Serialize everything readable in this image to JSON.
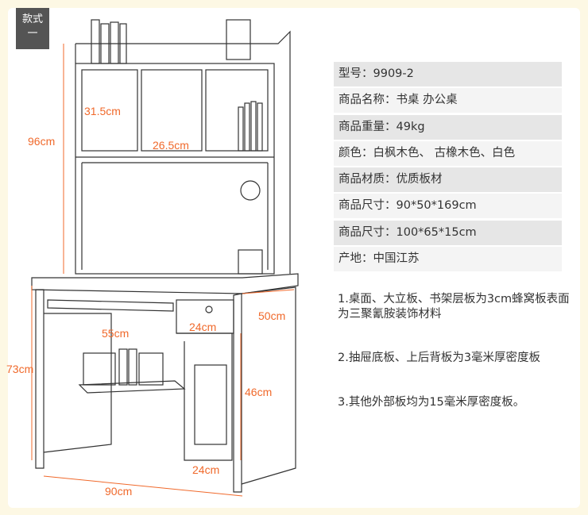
{
  "badge": {
    "label": "款式",
    "sub": "一"
  },
  "dimensions": {
    "hutch_height": "96cm",
    "cubby_height": "31.5cm",
    "cubby_width": "26.5cm",
    "knee_width": "55cm",
    "drawer_width": "24cm",
    "depth": "50cm",
    "desk_height": "73cm",
    "cpu_height": "46cm",
    "cpu_width": "24cm",
    "total_width": "90cm"
  },
  "specs": [
    "型号：9909-2",
    "商品名称：书桌 办公桌",
    "商品重量：49kg",
    "颜色：白枫木色、 古橡木色、白色",
    "商品材质：优质板材",
    "商品尺寸：90*50*169cm",
    "商品尺寸：100*65*15cm",
    "产地：中国江苏"
  ],
  "notes": [
    "1.桌面、大立板、书架层板为3cm蜂窝板表面为三聚氰胺装饰材料",
    "2.抽屉底板、上后背板为3毫米厚密度板",
    "3.其他外部板均为15毫米厚密度板。"
  ],
  "colors": {
    "accent": "#f0692b",
    "badge": "#545454",
    "row_dark": "#e6e6e6",
    "row_light": "#f4f4f4"
  }
}
